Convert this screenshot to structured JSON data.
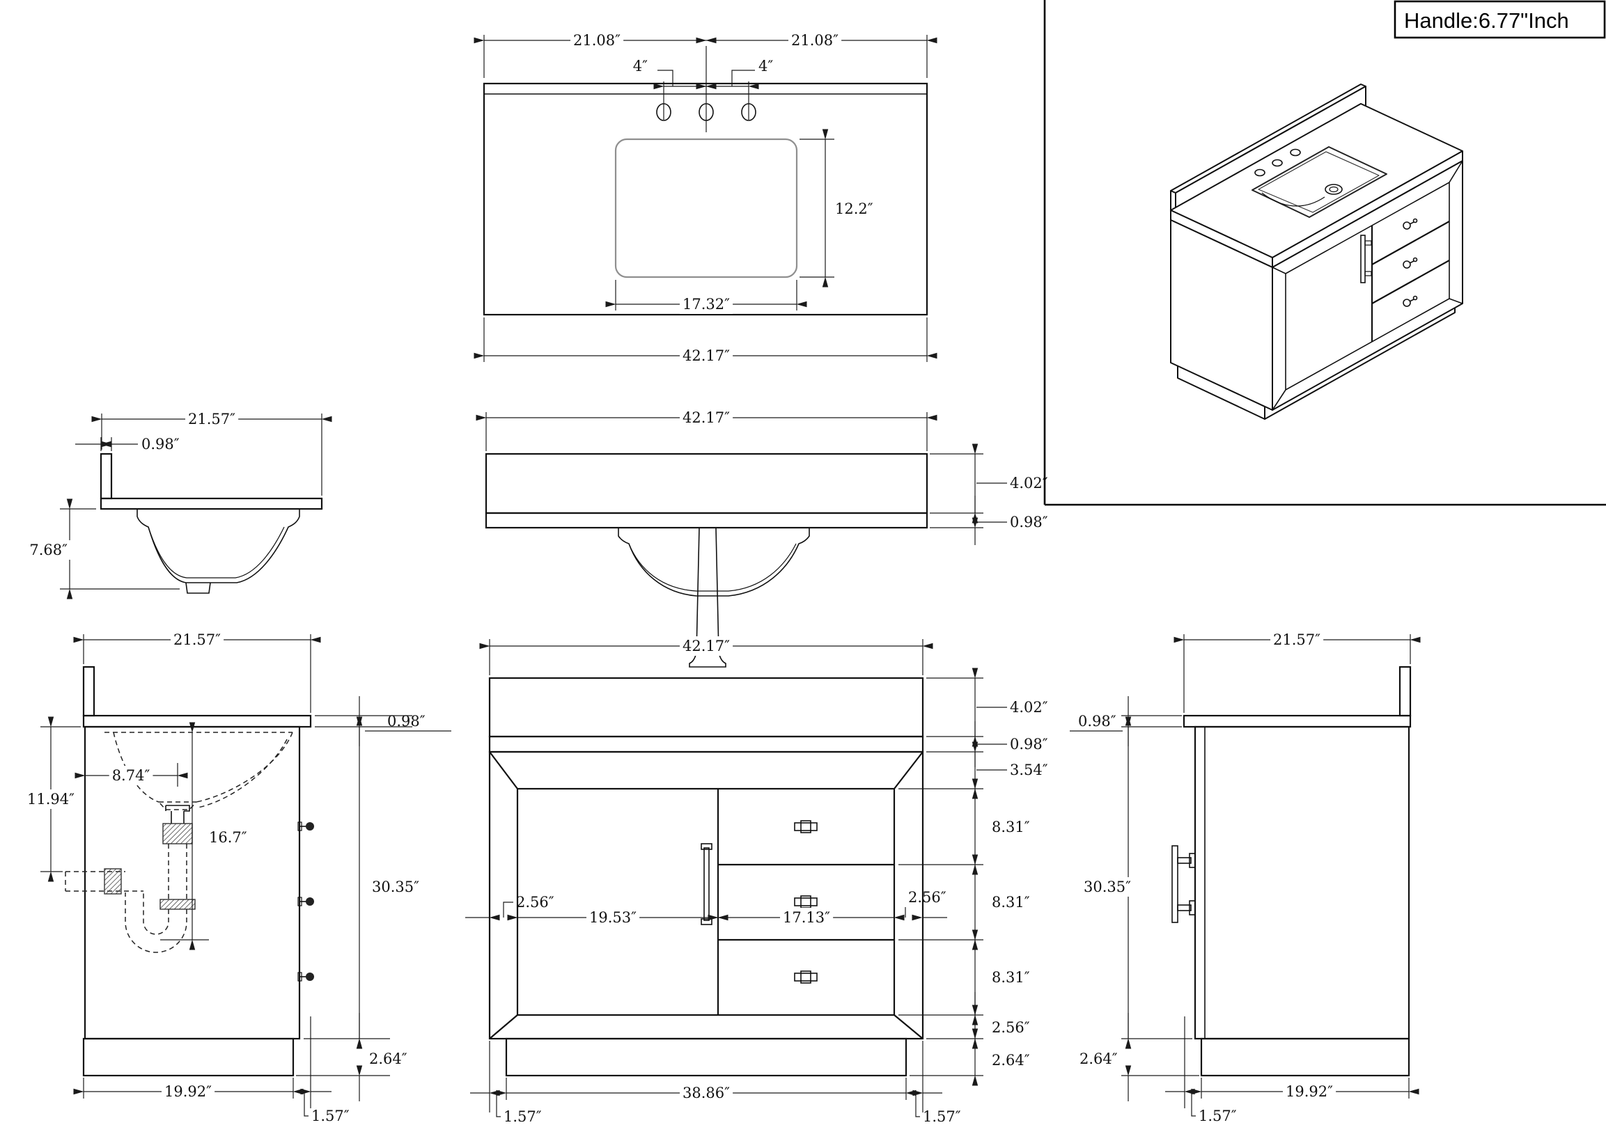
{
  "annotation": {
    "handle_label": "Handle:6.77\"Inch"
  },
  "top_plan": {
    "left_half": "21.08″",
    "right_half": "21.08″",
    "faucet_left": "4″",
    "faucet_right": "4″",
    "cutout_depth": "12.2″",
    "cutout_width": "17.32″",
    "overall_width": "42.17″"
  },
  "counter_side": {
    "depth": "21.57″",
    "splash_thickness": "0.98″",
    "bowl_depth": "7.68″"
  },
  "counter_front": {
    "overall_width": "42.17″",
    "total_height": "4.02″",
    "counter_thickness": "0.98″"
  },
  "side_left": {
    "depth": "21.57″",
    "counter_thickness": "0.98″",
    "trap_height": "11.94″",
    "drain_offset": "8.74″",
    "drain_drop": "16.7″",
    "cabinet_height": "30.35″",
    "base_height": "2.64″",
    "base_depth": "19.92″",
    "front_inset": "1.57″"
  },
  "cabinet_front": {
    "overall_width": "42.17″",
    "counter_height": "4.02″",
    "counter_thickness": "0.98″",
    "frame_top": "3.54″",
    "drawer1": "8.31″",
    "drawer2": "8.31″",
    "drawer3": "8.31″",
    "frame_left": "2.56″",
    "frame_right": "2.56″",
    "door_width": "19.53″",
    "drawer_width": "17.13″",
    "frame_bottom": "2.56″",
    "base_height": "2.64″",
    "base_width": "38.86″",
    "inset_left": "1.57″",
    "inset_right": "1.57″"
  },
  "side_right": {
    "depth": "21.57″",
    "counter_thickness": "0.98″",
    "cabinet_height": "30.35″",
    "base_height": "2.64″",
    "base_depth": "19.92″",
    "front_inset": "1.57″"
  }
}
